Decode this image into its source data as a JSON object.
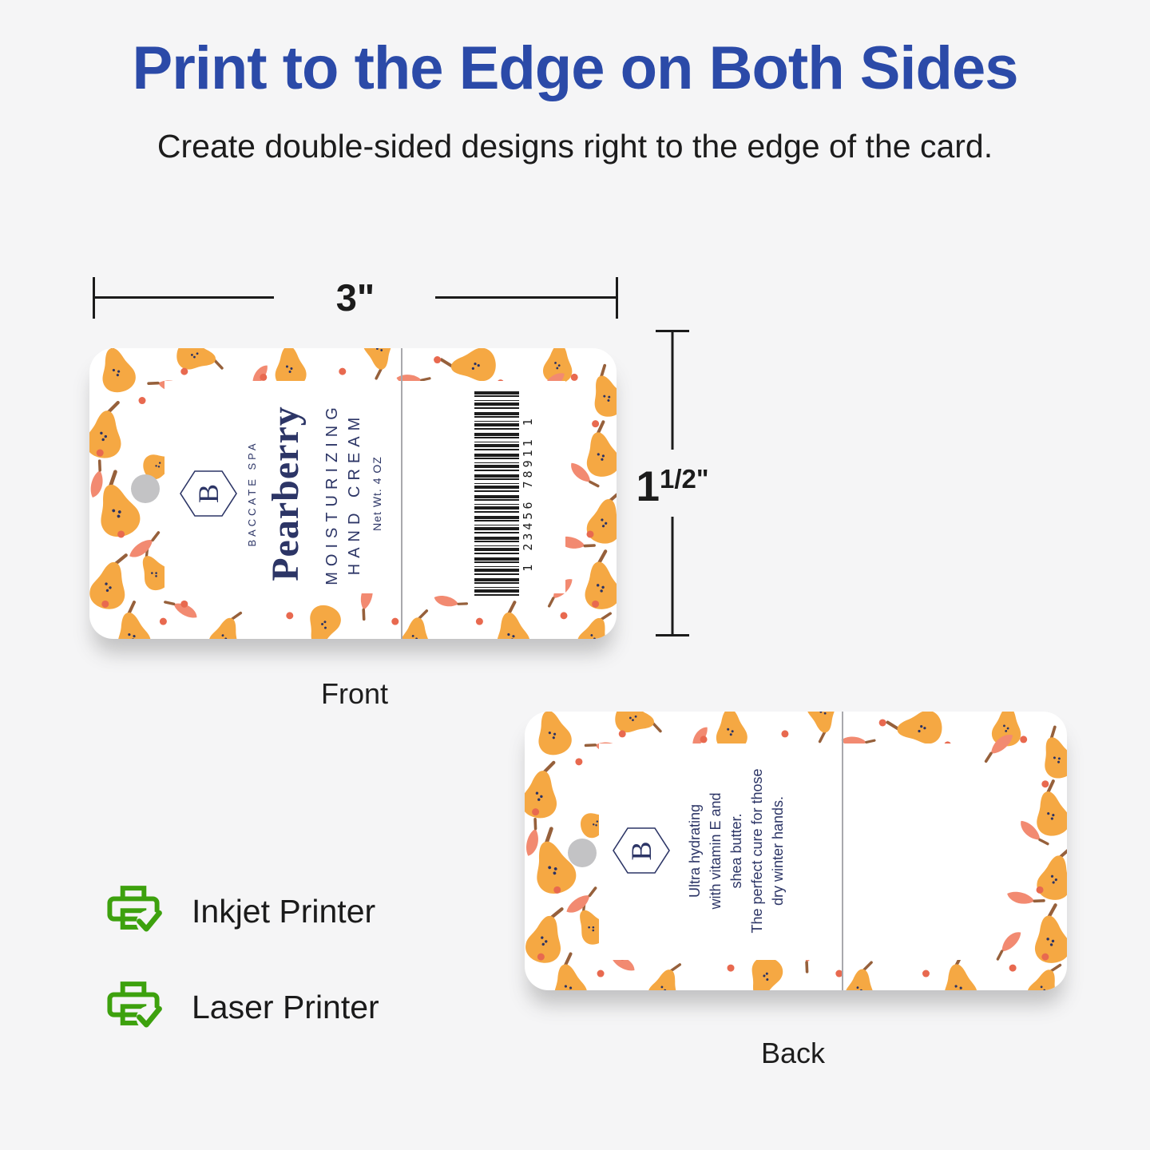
{
  "header": {
    "title": "Print to the Edge on Both Sides",
    "subtitle": "Create double-sided designs right to the edge of the card."
  },
  "dimensions": {
    "width_label": "3\"",
    "height_whole": "1",
    "height_fraction": "1/2\""
  },
  "front_card": {
    "caption": "Front",
    "logo_letter": "B",
    "brand_name": "BACCATE SPA",
    "product_name": "Pearberry",
    "product_line1": "MOISTURIZING",
    "product_line2": "HAND CREAM",
    "net_weight": "Net Wt. 4 OZ",
    "barcode_digits": "1 23456 78911 1"
  },
  "back_card": {
    "caption": "Back",
    "logo_letter": "B",
    "description_lines": [
      "Ultra hydrating",
      "with vitamin E and",
      "shea butter.",
      "The perfect cure for those",
      "dry winter hands."
    ]
  },
  "printers": [
    {
      "label": "Inkjet Printer"
    },
    {
      "label": "Laser Printer"
    }
  ],
  "colors": {
    "title_blue": "#2B4AA8",
    "navy_text": "#2C3566",
    "pear_orange": "#F5A843",
    "leaf_salmon": "#F28A71",
    "stem_brown": "#96603B",
    "dot_red": "#E8694F",
    "printer_green": "#3DA10E",
    "background": "#F5F5F6"
  }
}
